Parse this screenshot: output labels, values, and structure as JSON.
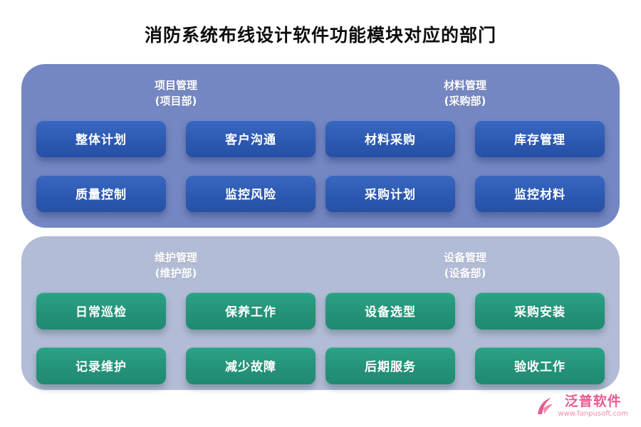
{
  "title": "消防系统布线设计软件功能模块对应的部门",
  "panels": [
    {
      "sections": [
        {
          "title": "项目管理",
          "subtitle": "(项目部)",
          "buttons": [
            "整体计划",
            "客户沟通",
            "质量控制",
            "监控风险"
          ]
        },
        {
          "title": "材料管理",
          "subtitle": "(采购部)",
          "buttons": [
            "材料采购",
            "库存管理",
            "采购计划",
            "监控材料"
          ]
        }
      ]
    },
    {
      "sections": [
        {
          "title": "维护管理",
          "subtitle": "(维护部)",
          "buttons": [
            "日常巡检",
            "保养工作",
            "记录维护",
            "减少故障"
          ]
        },
        {
          "title": "设备管理",
          "subtitle": "(设备部)",
          "buttons": [
            "设备选型",
            "采购安装",
            "后期服务",
            "验收工作"
          ]
        }
      ]
    }
  ],
  "footer": {
    "brand": "泛普软件",
    "url": "www.fanpusoft.com"
  },
  "colors": {
    "top_panel": "#7587c3",
    "bottom_panel": "#b3bcd6",
    "blue_button": "#2b58b0",
    "teal_button": "#249176",
    "brand_pink": "#e85a92"
  }
}
